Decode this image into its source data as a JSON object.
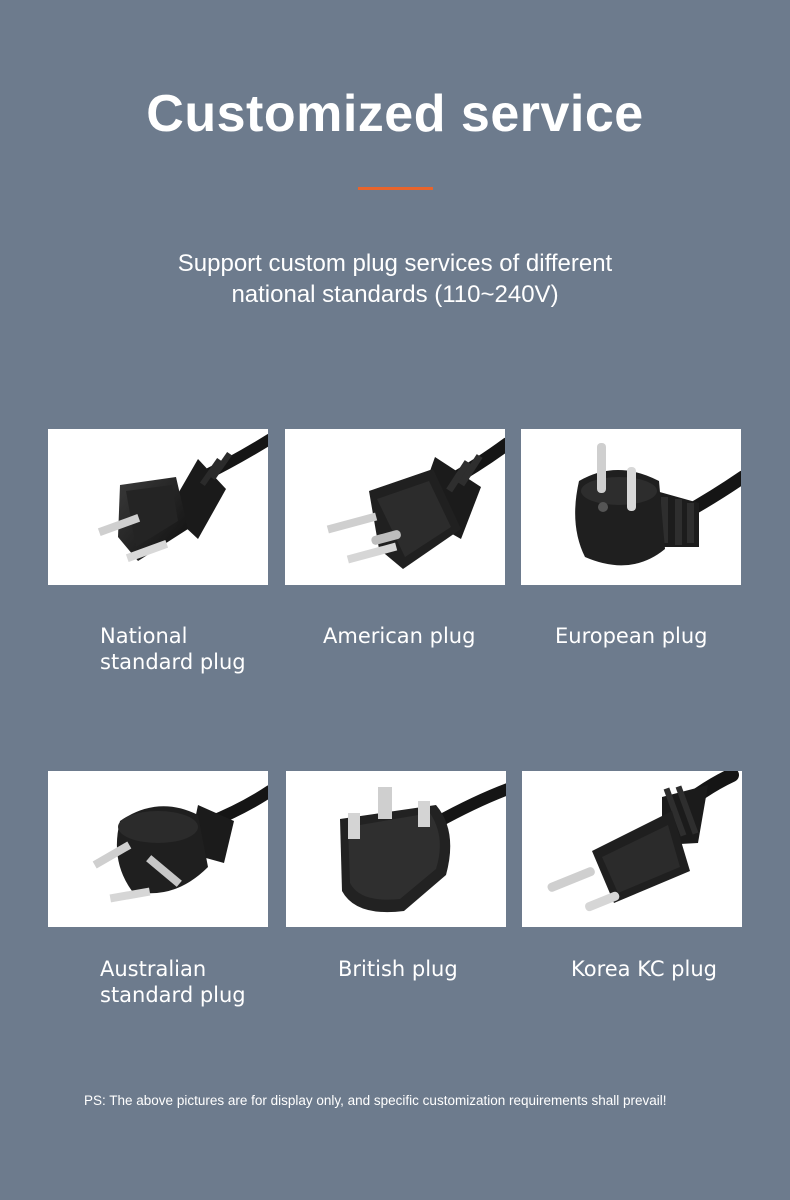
{
  "header": {
    "title": "Customized service",
    "subtitle_line1": "Support custom plug services of different",
    "subtitle_line2": "national standards (110~240V)",
    "accent_color": "#e8642b"
  },
  "plugs": [
    {
      "label_line1": "National",
      "label_line2": "standard plug",
      "icon": "chinese-plug-icon"
    },
    {
      "label_line1": "American plug",
      "label_line2": "",
      "icon": "american-plug-icon"
    },
    {
      "label_line1": "European plug",
      "label_line2": "",
      "icon": "european-plug-icon"
    },
    {
      "label_line1": "Australian",
      "label_line2": "standard plug",
      "icon": "australian-plug-icon"
    },
    {
      "label_line1": "British plug",
      "label_line2": "",
      "icon": "british-plug-icon"
    },
    {
      "label_line1": "Korea KC plug",
      "label_line2": "",
      "icon": "korea-plug-icon"
    }
  ],
  "footer": {
    "note": "PS: The above pictures are for display only, and specific customization requirements shall prevail!"
  },
  "colors": {
    "background": "#6d7b8d",
    "text": "#ffffff",
    "card": "#ffffff",
    "plug_body": "#1c1c1c"
  }
}
